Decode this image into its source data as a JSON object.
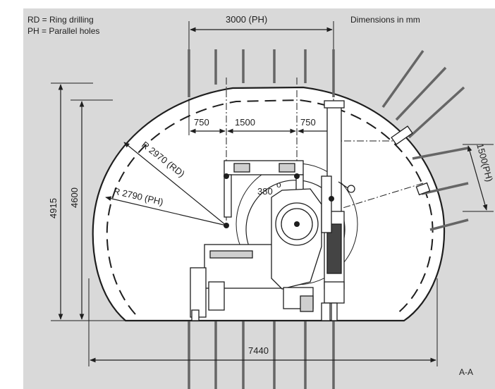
{
  "legend": {
    "rd": "RD = Ring drilling",
    "ph": "PH = Parallel holes"
  },
  "units_note": "Dimensions in mm",
  "section_label": "A-A",
  "dimensions": {
    "top_spacing": "3000 (PH)",
    "left_offset": "750",
    "center_span": "1500",
    "right_offset": "750",
    "radius_rd": "R 2970 (RD)",
    "radius_ph": "R 2790 (PH)",
    "rotation": "380",
    "rotation_unit": "o",
    "height_outer": "4915",
    "height_inner": "4600",
    "width_total": "7440",
    "side_spacing": "1500(PH)"
  },
  "colors": {
    "panel": "#d9d9d9",
    "tunnel_fill": "#ffffff",
    "line": "#1e1e1e",
    "hole": "#666666"
  }
}
